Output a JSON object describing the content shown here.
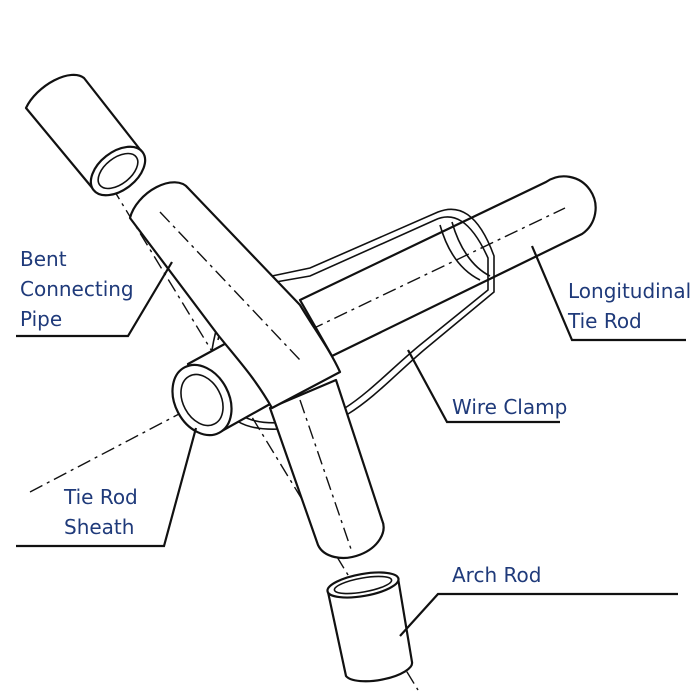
{
  "labels": {
    "bent_connecting_pipe": [
      "Bent",
      "Connecting",
      "Pipe"
    ],
    "longitudinal_tie_rod": [
      "Longitudinal",
      "Tie Rod"
    ],
    "wire_clamp": [
      "Wire Clamp"
    ],
    "tie_rod_sheath": [
      "Tie Rod",
      "Sheath"
    ],
    "arch_rod": [
      "Arch Rod"
    ]
  },
  "colors": {
    "label_text": "#1f3a7a",
    "line": "#111111",
    "background": "#ffffff"
  }
}
